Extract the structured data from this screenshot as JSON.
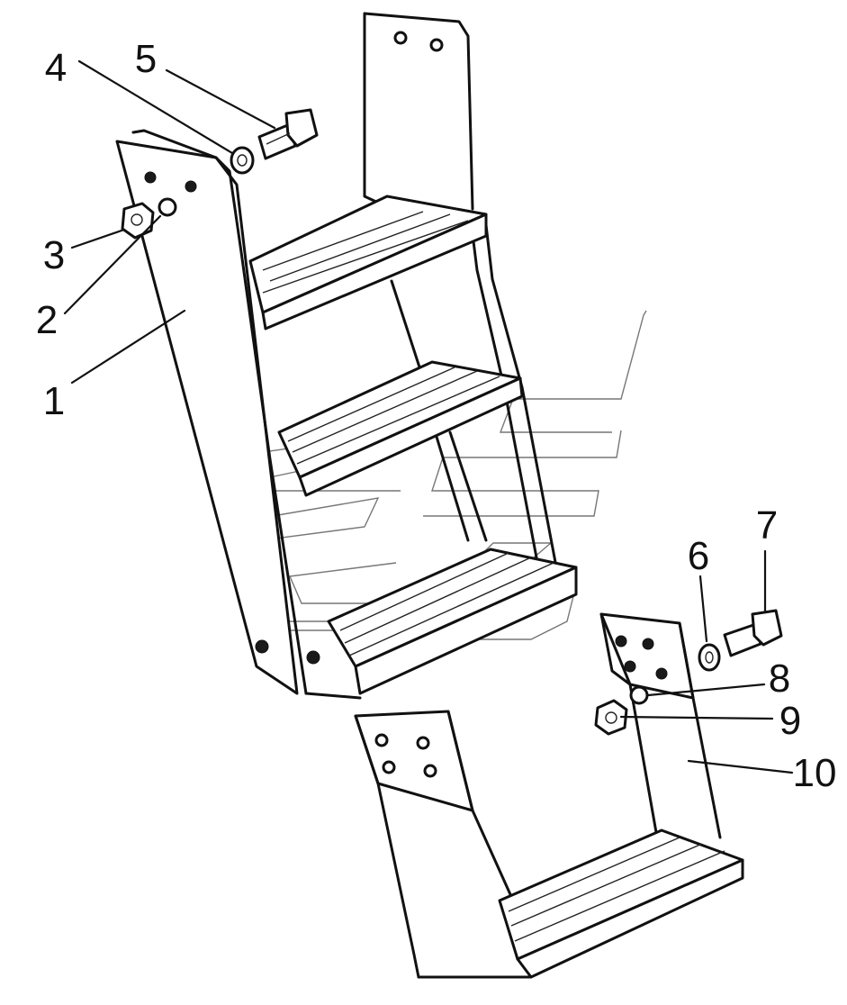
{
  "diagram": {
    "callouts": [
      {
        "id": "1",
        "text": "1"
      },
      {
        "id": "2",
        "text": "2"
      },
      {
        "id": "3",
        "text": "3"
      },
      {
        "id": "4",
        "text": "4"
      },
      {
        "id": "5",
        "text": "5"
      },
      {
        "id": "6",
        "text": "6"
      },
      {
        "id": "7",
        "text": "7"
      },
      {
        "id": "8",
        "text": "8"
      },
      {
        "id": "9",
        "text": "9"
      },
      {
        "id": "10",
        "text": "10"
      }
    ]
  },
  "colors": {
    "line": "#111111",
    "background": "#ffffff",
    "watermark": "#777777"
  }
}
